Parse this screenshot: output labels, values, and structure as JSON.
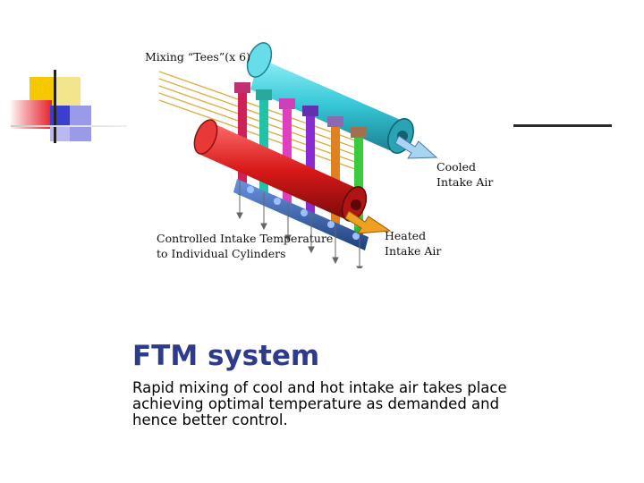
{
  "slide": {
    "title": "FTM system",
    "body": "Rapid mixing of cool and hot intake air takes place achieving optimal temperature as demanded and hence better control."
  },
  "diagram": {
    "labels": {
      "mixing_tees": "Mixing “Tees”(x 6)",
      "cooled_line1": "Cooled",
      "cooled_line2": "Intake Air",
      "heated_line1": "Heated",
      "heated_line2": "Intake Air",
      "controlled_line1": "Controlled Intake Temperature",
      "controlled_line2": "to Individual Cylinders"
    },
    "colors": {
      "cold_manifold": "#36c7d6",
      "hot_manifold": "#d81818",
      "base_rail": "#2d5fb0",
      "cold_arrow": "#a9d3f2",
      "hot_arrow": "#f0a020",
      "title": "#2e3a8c"
    }
  },
  "decor": {
    "colors": [
      "#f5c800",
      "#e8222a",
      "#3a3fd0",
      "#9999ee",
      "#f1e38a"
    ]
  }
}
